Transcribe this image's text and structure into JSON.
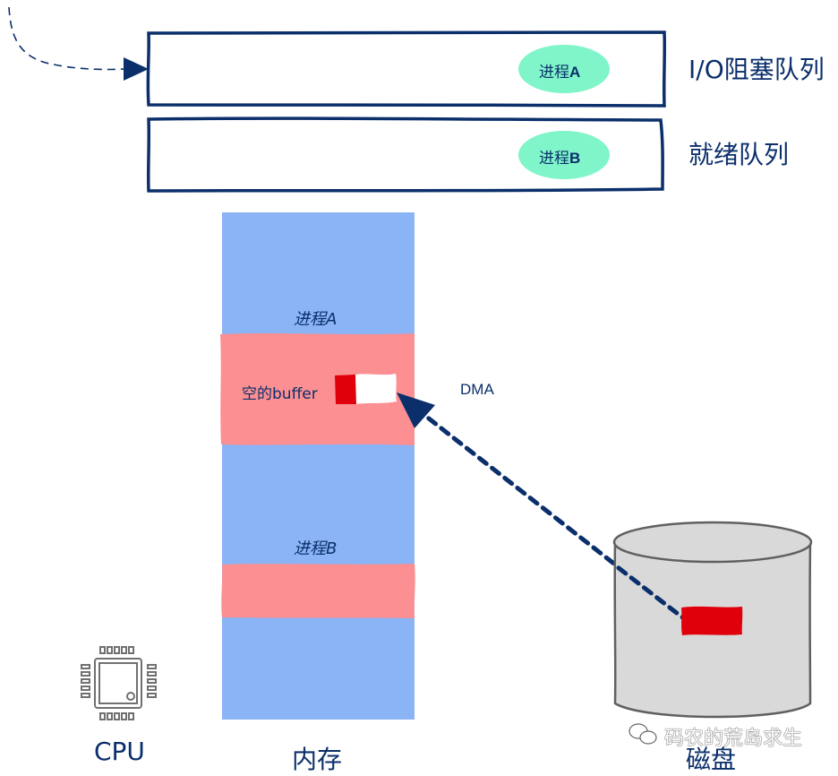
{
  "queues": {
    "io_blocked": {
      "label": "I/O阻塞队列",
      "process": {
        "prefix": "进程",
        "suffix": "A"
      }
    },
    "ready": {
      "label": "就绪队列",
      "process": {
        "prefix": "进程",
        "suffix": "B"
      }
    }
  },
  "memory": {
    "label": "内存",
    "process_a_label": "进程A",
    "process_b_label": "进程B",
    "buffer_label": "空的buffer"
  },
  "dma": {
    "label": "DMA"
  },
  "cpu": {
    "label": "CPU"
  },
  "disk": {
    "label": "磁盘"
  },
  "watermark": {
    "text": "码农的荒岛求生"
  },
  "colors": {
    "outline": "#0b2f6b",
    "process_pill": "#7ff5c9",
    "memory_blue": "#8ab4f5",
    "memory_pink": "#fb8f92",
    "data_red": "#e0000b",
    "disk_gray": "#d9d9d9",
    "icon_gray": "#707070"
  }
}
